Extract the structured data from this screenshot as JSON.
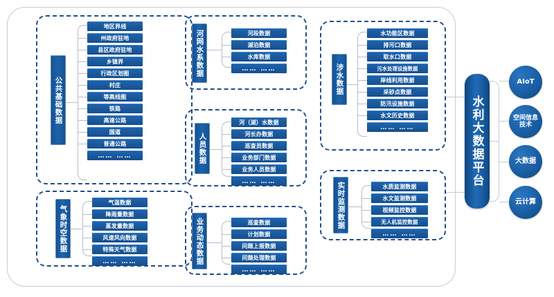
{
  "diagram": {
    "platform": {
      "label": "水利大数据平台"
    },
    "technologies": [
      {
        "label": "AIoT"
      },
      {
        "label": "空间信息技术"
      },
      {
        "label": "大数据"
      },
      {
        "label": "云计算"
      }
    ],
    "groups": [
      {
        "id": "public-basic-data",
        "title": "公共基础数据",
        "items": [
          "地区界线",
          "州政府驻地",
          "县区政府驻地",
          "乡镇界",
          "行政区划图",
          "村庄",
          "等高线图",
          "铁路",
          "高速公路",
          "国道",
          "普通公路",
          "…… ……"
        ]
      },
      {
        "id": "meteorological-spatiotemporal-data",
        "title": "气象时空数据",
        "items": [
          "气温数据",
          "降雨量数据",
          "蒸发量数据",
          "风速风向数据",
          "特殊天气数据",
          "…… ……"
        ]
      },
      {
        "id": "river-network-water-system-data",
        "title": "河网水系数据",
        "items": [
          "河段数据",
          "湖泊数据",
          "水库数据",
          "…… ……"
        ]
      },
      {
        "id": "personnel-data",
        "title": "人员数据",
        "items": [
          "河（湖）水数据",
          "河长办数据",
          "巡查员数据",
          "业务部门数据",
          "业务人员数据",
          "…… ……"
        ]
      },
      {
        "id": "business-dynamic-data",
        "title": "业务动态数据",
        "items": [
          "巡查数据",
          "计划数据",
          "问题上报数据",
          "问题处理数据",
          "…… ……"
        ]
      },
      {
        "id": "water-related-data",
        "title": "涉水数据",
        "items": [
          "水功能区数据",
          "排污口数据",
          "取水口数据",
          "污水处理设施数据",
          "岸线利用数据",
          "采砂点数据",
          "防汛设施数据",
          "水文历史数据",
          "…… ……"
        ]
      },
      {
        "id": "realtime-monitoring-data",
        "title": "实时监测数据",
        "items": [
          "水质监测数据",
          "水文监测数据",
          "视频监控数据",
          "无人机监控数据",
          "…… ……"
        ]
      }
    ],
    "colors": {
      "box_blue": "#1a5ea4",
      "box_blue_dark": "#15508f",
      "dashed_border": "#1f4e8c",
      "connector_gray": "#b9bcc9",
      "frame_gray": "#c9c9d4",
      "background": "#ffffff"
    }
  }
}
